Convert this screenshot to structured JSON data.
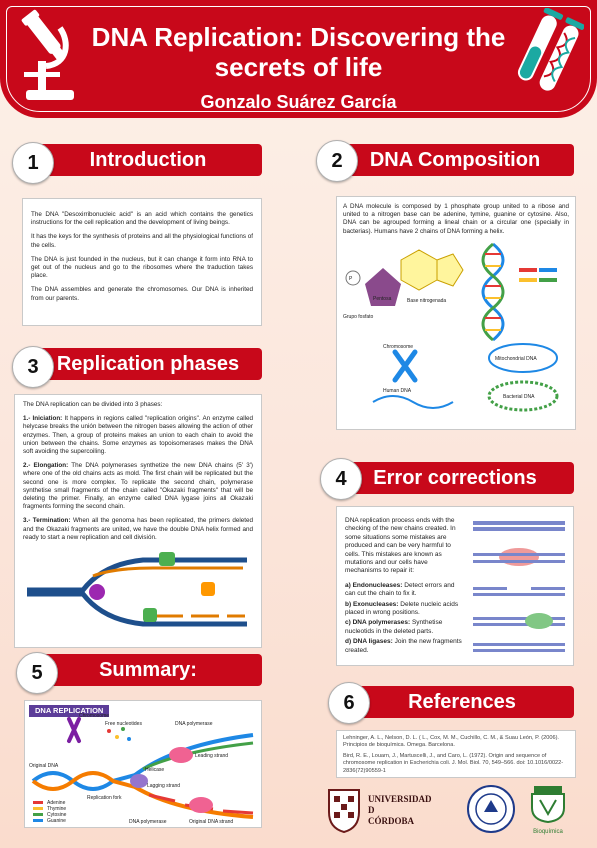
{
  "header": {
    "title": "DNA Replication: Discovering the secrets of life",
    "author": "Gonzalo Suárez García"
  },
  "sections": {
    "intro": {
      "number": "1",
      "title": "Introduction",
      "paragraphs": [
        "The DNA \"Desoxirribonucleic acid\" is an acid which contains the genetics instructions for the cell replication and the development of living beings.",
        "It has the keys for the synthesis of proteins and all the physiological functions of the cells.",
        "The DNA is just founded in the nucleus, but it can change it form into RNA to get out of the nucleus and go to the ribosomes where the traduction takes place.",
        "The DNA assembles and generate the chromosomes. Our DNA is inherited from our parents."
      ]
    },
    "composition": {
      "number": "2",
      "title": "DNA Composition",
      "text": "A DNA molecule is composed by 1 phosphate group united to a ribose and united to a nitrogen base can be adenine, tymine, guanine or cytosine. Also, DNA can be agrouped forming a lineal chain or a circular one (specially in bacterias). Humans have 2 chains of DNA forming a helix.",
      "diagram_labels": {
        "phosphate": "Grupo fosfato",
        "sugar": "Pentosa",
        "base": "Base nitrogenada",
        "chromosome": "Chromosome",
        "human": "Human DNA",
        "mito": "Mitochondrial DNA",
        "bact": "Bacterial DNA"
      }
    },
    "replication": {
      "number": "3",
      "title": "Replication phases",
      "intro": "The DNA replication can be divided into 3 phases:",
      "phases": [
        {
          "label": "1.- Iniciation:",
          "text": "It happens in regions called \"replication origins\". An enzyme called helycase breaks the unión between the  nitrogen bases allowing the action of other enzymes. Then, a group of proteins makes an union to each chain to avoid the union between the chains. Some enzymes as topoisomerases makes the DNA soft avoiding the supercoiling."
        },
        {
          "label": "2.- Elongation:",
          "text": "The DNA polymerases synthetize the new DNA chains (5' 3') where one of the old chains acts as mold. The first chain will be replicated but the second one is more complex. To replicate the second chain, polymerase synthetise small fragments of the chain called \"Okazaki fragments\" that will be deleting the primer. Finally, an enzyme called DNA lygase joins all Okazaki fragments forming the second chain."
        },
        {
          "label": "3.- Termination:",
          "text": "When all the genoma has been replicated, the primers deleted and the Okazaki fragments are united, we have the double DNA helix formed and ready to  start a new replication and cell división."
        }
      ]
    },
    "errors": {
      "number": "4",
      "title": "Error corrections",
      "intro": "DNA replication process ends with the checking of the new chains created. In some situations some mistakes are produced and can be very harmful to cells. This mistakes are known as mutations and our cells have mechanisms to repair it:",
      "items": [
        {
          "label": "a) Endonucleases:",
          "text": "Detect errors and can cut the chain to fix it."
        },
        {
          "label": "b) Exonucleases:",
          "text": "Delete nucleic acids placed in wrong positions."
        },
        {
          "label": "c) DNA polymerases:",
          "text": "Synthetise nucleotids in the deleted parts."
        },
        {
          "label": "d) DNA ligases:",
          "text": "Join the new fragments created."
        }
      ]
    },
    "summary": {
      "number": "5",
      "title": "Summary:",
      "figure": {
        "heading": "DNA REPLICATION",
        "chromosome": "Chromosome",
        "free_nucleotides": "Free nucleotides",
        "dna_polymerase": "DNA polymerase",
        "leading_strand": "Leading strand",
        "original_dna": "Original DNA",
        "helicase": "Helicase",
        "replication_fork": "Replication fork",
        "lagging_strand": "Lagging strand",
        "dna_polymerase_2": "DNA polymerase",
        "original_dna_strand": "Original DNA strand",
        "legend": [
          "Adenine",
          "Thymine",
          "Cytosine",
          "Guanine"
        ]
      }
    },
    "references": {
      "number": "6",
      "title": "References",
      "items": [
        "Lehninger, A. L., Nelson, D. L. ( L., Cox, M. M., Cuchillo, C. M., & Suau León, P. (2006). Principios de bioquímica. Omega. Barcelona.",
        "Bird, R. E., Louarn, J., Martuscelli, J., and Caro, L. (1972). Origin and sequence of chromosome replication in Escherichia coli. J. Mol. Biol. 70, 549–566. doi: 10.1016/0022-2836(72)90559-1"
      ],
      "logo_text": [
        "UNIVERSIDAD",
        "D",
        "CÓRDOBA"
      ],
      "logo3_label": "Bioquímica"
    }
  },
  "colors": {
    "primary": "#c8081a",
    "adenine": "#e53935",
    "thymine": "#fbc02d",
    "cytosine": "#43a047",
    "guanine": "#1e88e5"
  }
}
